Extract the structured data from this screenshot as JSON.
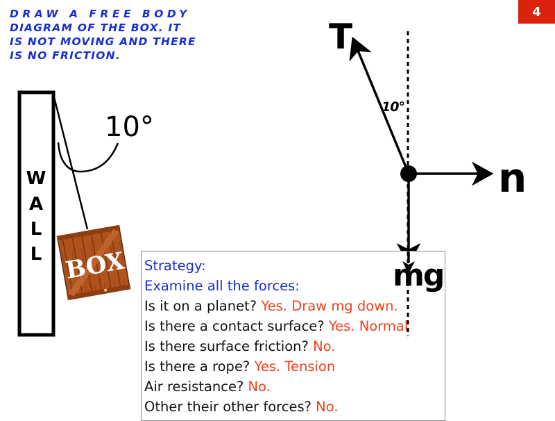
{
  "slide": {
    "number": "4"
  },
  "prompt": {
    "line1": "Draw a free body",
    "line2": "diagram of the box. It",
    "line3": "is not moving and there",
    "line4": "is no friction."
  },
  "scene": {
    "wall_letters": [
      "W",
      "A",
      "L",
      "L"
    ],
    "angle_label": "10°",
    "box_label": "BOX",
    "box_color": "#b0521c"
  },
  "fbd": {
    "tension_label": "T",
    "normal_label": "n",
    "weight_label": "mg",
    "angle_label": "10°",
    "angle_from_vertical_deg": 10
  },
  "strategy": {
    "heading": "Strategy:",
    "subheading": "Examine all the forces:",
    "items": [
      {
        "question": "Is it on a planet?",
        "answer": "Yes. Draw mg down."
      },
      {
        "question": "Is there a contact surface?",
        "answer": "Yes. Normal"
      },
      {
        "question": "Is there surface friction?",
        "answer": "No."
      },
      {
        "question": "Is there a rope?",
        "answer": "Yes. Tension"
      },
      {
        "question": "Air resistance?",
        "answer": "No."
      },
      {
        "question": "Other their other forces?",
        "answer": "No."
      }
    ]
  },
  "colors": {
    "prompt_blue": "#1a2fd0",
    "answer_red": "#f0401a",
    "slide_badge": "#d9230f"
  }
}
